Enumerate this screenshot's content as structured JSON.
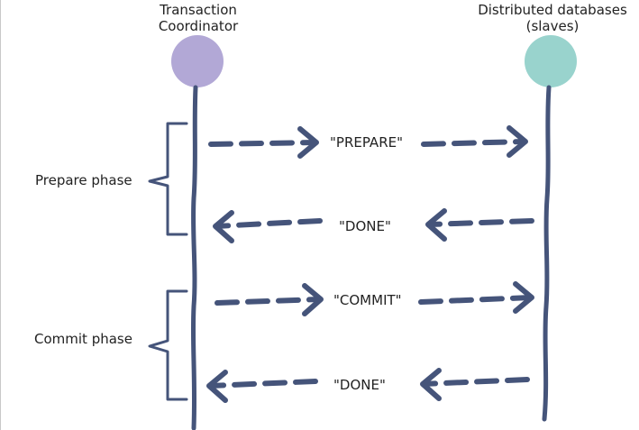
{
  "actors": [
    {
      "id": "coordinator",
      "label_line1": "Transaction",
      "label_line2": "Coordinator",
      "color": "#b2a8d6"
    },
    {
      "id": "databases",
      "label_line1": "Distributed databases",
      "label_line2": "(slaves)",
      "color": "#99d3cd"
    }
  ],
  "phases": [
    {
      "id": "prepare",
      "label": "Prepare phase"
    },
    {
      "id": "commit",
      "label": "Commit phase"
    }
  ],
  "messages": [
    {
      "id": "prepare",
      "label": "\"PREPARE\"",
      "direction": "right"
    },
    {
      "id": "done1",
      "label": "\"DONE\"",
      "direction": "left"
    },
    {
      "id": "commit",
      "label": "\"COMMIT\"",
      "direction": "right"
    },
    {
      "id": "done2",
      "label": "\"DONE\"",
      "direction": "left"
    }
  ],
  "colors": {
    "line": "#45547a",
    "text": "#222222"
  }
}
